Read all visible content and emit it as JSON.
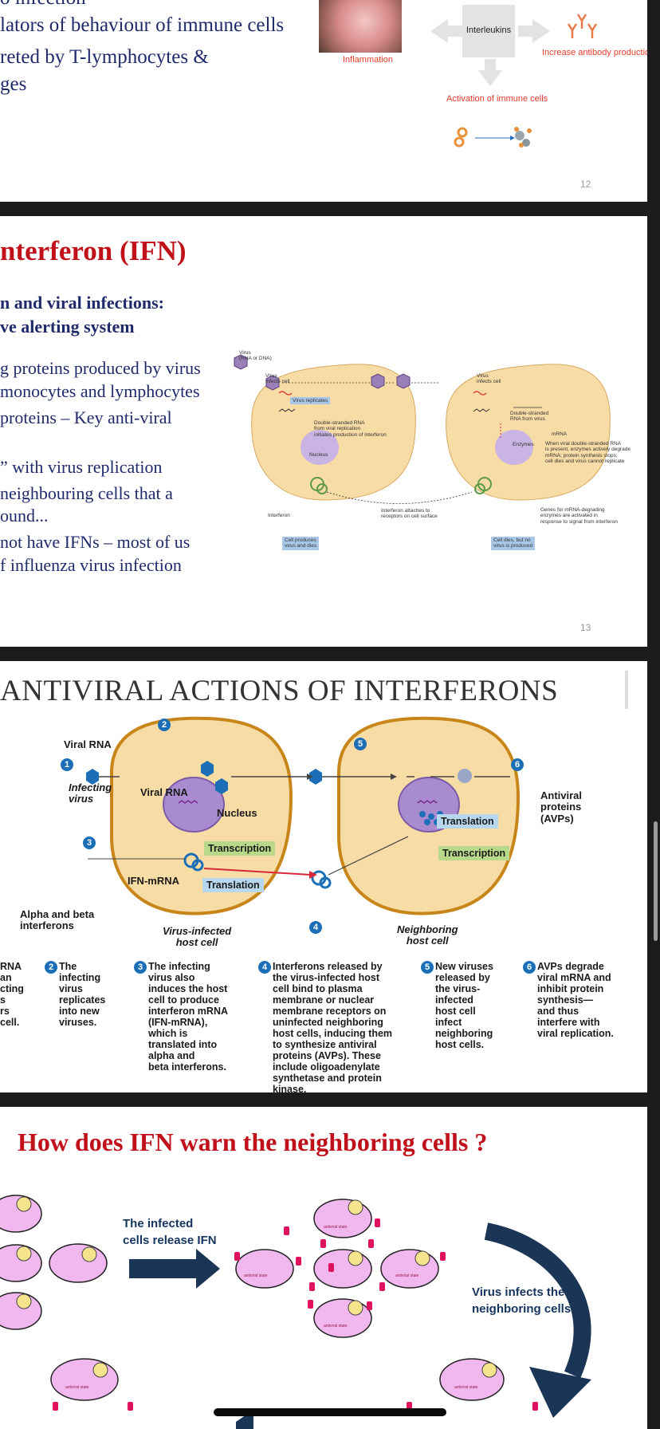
{
  "slide1": {
    "lines": [
      "o infection",
      "lators of behaviour of immune cells",
      "reted by T-lymphocytes &",
      "ges"
    ],
    "inflammation_label": "Inflammation",
    "interleukins_label": "Interleukins",
    "antibody_label": "Increase antibody production",
    "activation_label": "Activation of immune cells",
    "slide_number": "12"
  },
  "slide2": {
    "title": "nterferon (IFN)",
    "subtitle_lines": [
      "n and viral infections:",
      "ve alerting system"
    ],
    "body_lines": [
      "g proteins produced by virus",
      "monocytes and lymphocytes",
      " proteins  –  Key  anti-viral",
      "",
      "”  with virus replication",
      "  neighbouring  cells  that  a",
      "ound...",
      "not have IFNs – most of us",
      "f influenza virus infection"
    ],
    "diagram": {
      "virus_label": "Virus\n(RNA or DNA)",
      "virus_infects_cell": "Virus\ninfects cell",
      "virus_replicates": "Virus replicates",
      "dsrna_text": "Double-stranded RNA\nfrom viral replication\ninitiates production of interferon",
      "nucleus": "Nucleus",
      "interferon": "Interferon",
      "cell_produces": "Cell produces\nvirus and dies",
      "interferon_attaches": "Interferon attaches to\nreceptors on cell surface",
      "virus_infects_cell_right": "Virus\ninfects cell",
      "dsrna_from_virus": "Double-stranded\nRNA from virus",
      "enzymes": "Enzymes",
      "mrna": "mRNA",
      "when_viral": "When viral double-stranded RNA\nis present, enzymes actively degrade\nmRNA; protein synthesis stops;\ncell dies and virus cannot replicate",
      "genes_for": "Genes for mRNA-degrading\nenzymes are activated in\nresponse to signal from interferon",
      "cell_dies": "Cell dies, but no\nvirus is produced"
    },
    "slide_number": "13"
  },
  "slide3": {
    "title": "ANTIVIRAL ACTIONS OF INTERFERONS",
    "labels": {
      "viral_rna_top": "Viral RNA",
      "infecting_virus": "Infecting\nvirus",
      "viral_rna_inner": "Viral RNA",
      "nucleus": "Nucleus",
      "transcription_left": "Transcription",
      "ifn_mrna": "IFN-mRNA",
      "translation_left": "Translation",
      "alpha_beta": "Alpha and beta\ninterferons",
      "virus_infected_host": "Virus-infected\nhost cell",
      "translation_right": "Translation",
      "transcription_right": "Transcription",
      "neighboring_host": "Neighboring\nhost cell",
      "antiviral_proteins": "Antiviral\nproteins\n(AVPs)"
    },
    "numbers": [
      "1",
      "2",
      "3",
      "4",
      "5",
      "6"
    ],
    "steps": [
      {
        "num": "",
        "text": "RNA\nan\ncting\ns\nrs\ncell."
      },
      {
        "num": "2",
        "text": "The\ninfecting\nvirus\nreplicates\ninto new\nviruses."
      },
      {
        "num": "3",
        "text": "The infecting\nvirus also\ninduces the host\ncell to produce\ninterferon mRNA\n(IFN-mRNA),\nwhich is\ntranslated into\nalpha and\nbeta interferons."
      },
      {
        "num": "4",
        "text": "Interferons released by\nthe virus-infected host\ncell bind to plasma\nmembrane or nuclear\nmembrane receptors on\nuninfected neighboring\nhost cells, inducing them\nto synthesize antiviral\nproteins (AVPs). These\ninclude oligoadenylate\nsynthetase and protein\nkinase."
      },
      {
        "num": "5",
        "text": "New viruses\nreleased by\nthe virus-\ninfected\nhost cell\ninfect\nneighboring\nhost cells."
      },
      {
        "num": "6",
        "text": "AVPs degrade\nviral mRNA and\ninhibit protein\nsynthesis—\nand thus\ninterfere with\nviral replication."
      }
    ]
  },
  "slide4": {
    "title": "How does IFN warn the neighboring cells ?",
    "release_text": "The infected\ncells release IFN",
    "virus_infects_text": "Virus infects the\nneighboring cells",
    "antiviral_state": "antiviral state"
  },
  "colors": {
    "title_red": "#c0111b",
    "navy": "#1f2a6b",
    "cell_fill": "#f7dca6",
    "cell_border": "#c8861a",
    "nucleus_purple": "#a98bd0",
    "virus_blue": "#1c6fb6",
    "pink_cell": "#f0b8ef",
    "ifn_magenta": "#e0115f"
  }
}
